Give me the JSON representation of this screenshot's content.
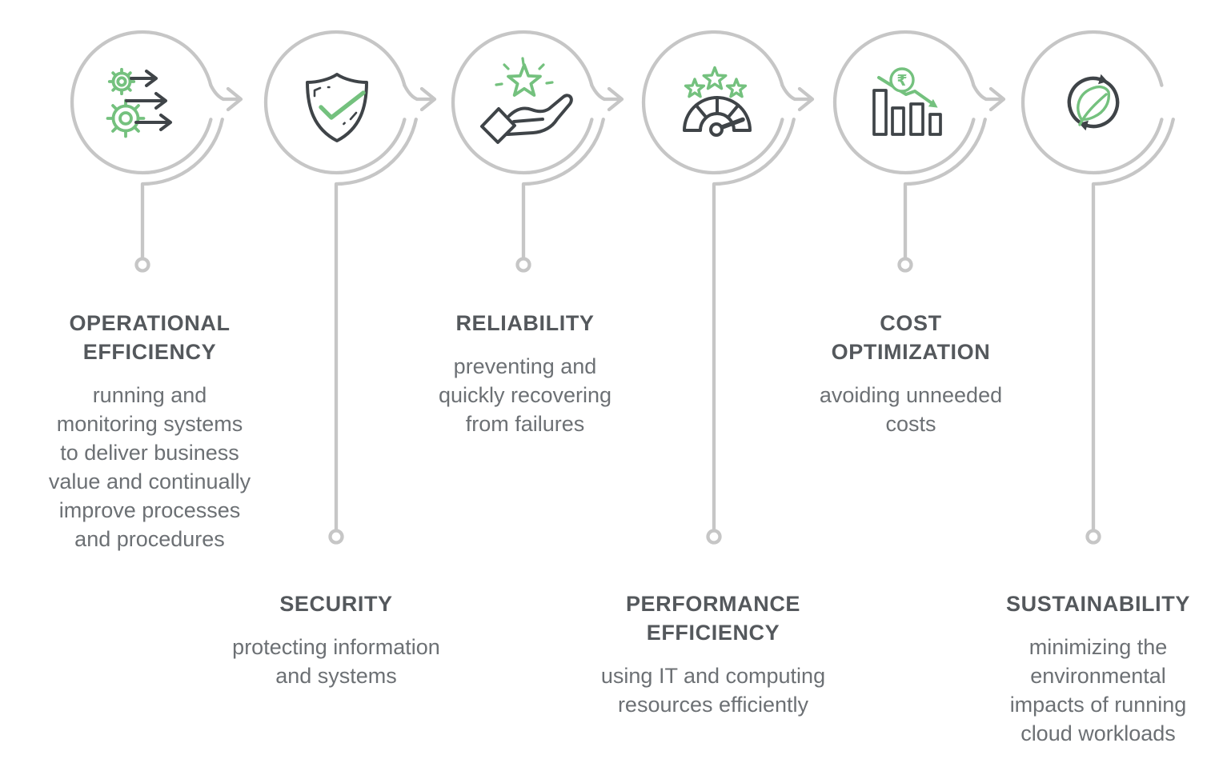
{
  "diagram": {
    "name": "cloud-well-architected-pillars",
    "pillar_count": 6,
    "flow_direction": "left-to-right"
  },
  "colors": {
    "background": "#ffffff",
    "connector_gray": "#c6c6c6",
    "icon_dark": "#3f4448",
    "accent_green": "#74c17e",
    "title_text": "#54585c",
    "body_text": "#6c7074"
  },
  "icons": {
    "rupee_symbol": "₹"
  },
  "pillars": [
    {
      "id": "operational-efficiency",
      "icon": "gears-arrows-icon",
      "title_lines": [
        "OPERATIONAL",
        "EFFICIENCY"
      ],
      "description_lines": [
        "running and",
        "monitoring  systems",
        "to deliver business",
        "value and continually",
        "improve processes",
        "and procedures"
      ],
      "text_position": "upper"
    },
    {
      "id": "security",
      "icon": "shield-check-icon",
      "title_lines": [
        "SECURITY"
      ],
      "description_lines": [
        "protecting information",
        "and systems"
      ],
      "text_position": "lower"
    },
    {
      "id": "reliability",
      "icon": "hand-star-icon",
      "title_lines": [
        "RELIABILITY"
      ],
      "description_lines": [
        "preventing and",
        "quickly recovering",
        "from failures"
      ],
      "text_position": "upper"
    },
    {
      "id": "performance-efficiency",
      "icon": "gauge-stars-icon",
      "title_lines": [
        "PERFORMANCE",
        "EFFICIENCY"
      ],
      "description_lines": [
        "using IT and computing",
        "resources efficiently"
      ],
      "text_position": "lower"
    },
    {
      "id": "cost-optimization",
      "icon": "declining-chart-rupee-icon",
      "title_lines": [
        "COST",
        "OPTIMIZATION"
      ],
      "description_lines": [
        "avoiding unneeded",
        "costs"
      ],
      "text_position": "upper"
    },
    {
      "id": "sustainability",
      "icon": "leaf-cycle-icon",
      "title_lines": [
        "SUSTAINABILITY"
      ],
      "description_lines": [
        "minimizing the",
        "environmental",
        "impacts of running",
        "cloud workloads"
      ],
      "text_position": "lower"
    }
  ]
}
